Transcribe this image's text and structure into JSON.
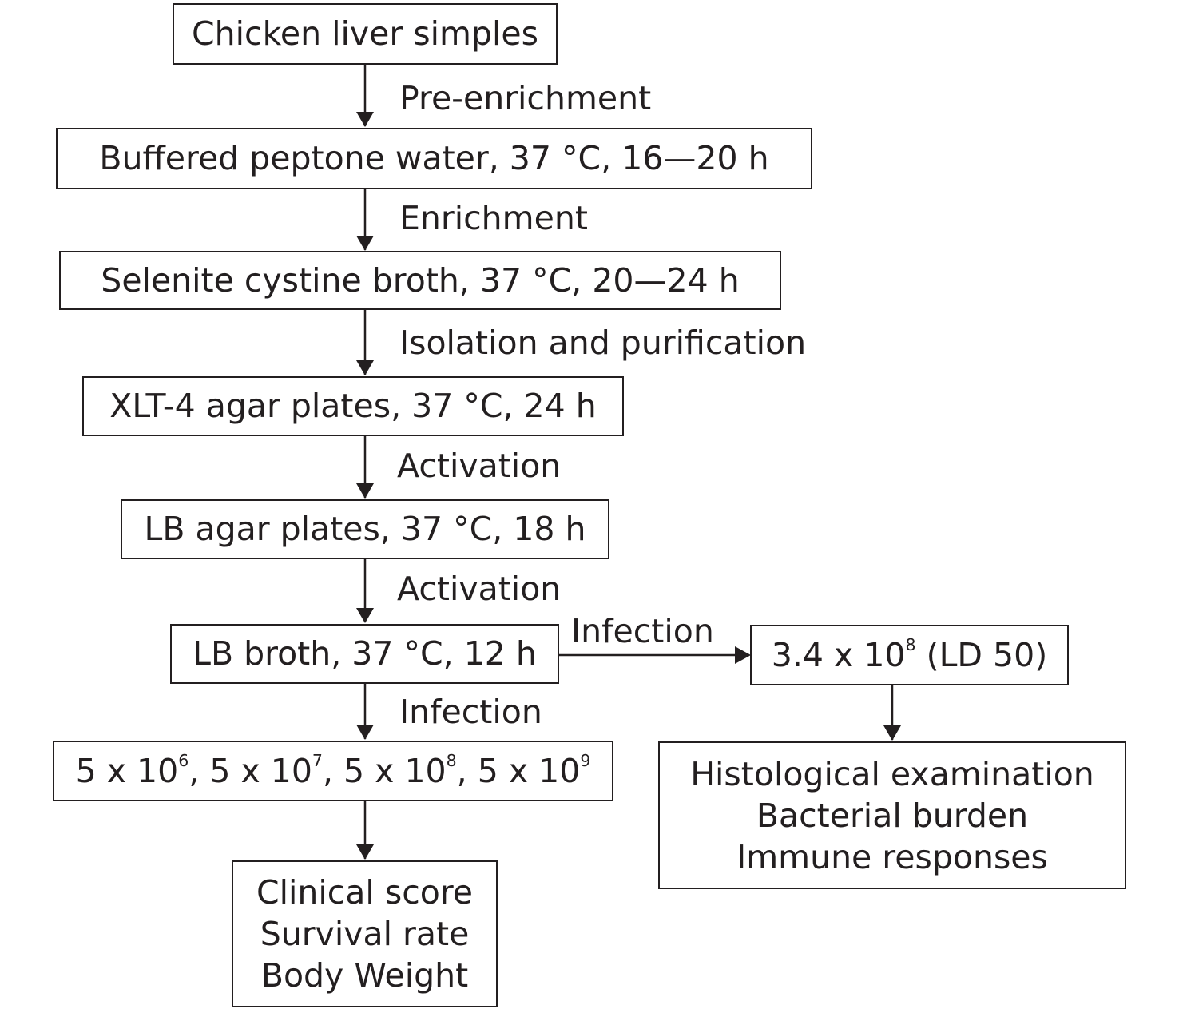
{
  "nodes": {
    "samples": "Chicken liver simples",
    "pre_enrichment_medium": "Buffered peptone water, 37 °C, 16—20 h",
    "enrichment_medium": "Selenite cystine broth, 37 °C, 20—24 h",
    "isolation_medium": "XLT-4 agar plates, 37 °C, 24 h",
    "activation_plates": "LB agar plates, 37 °C, 18 h",
    "activation_broth": "LB broth, 37 °C, 12 h",
    "doses": {
      "dose1_base": "5 x 10",
      "dose1_exp": "6",
      "dose2_base": ", 5 x 10",
      "dose2_exp": "7",
      "dose3_base": ", 5 x 10",
      "dose3_exp": "8",
      "dose4_base": ", 5 x 10",
      "dose4_exp": "9"
    },
    "ld50": {
      "base": "3.4 x 10",
      "exp": "8",
      "suffix": " (LD 50)"
    },
    "outcomes_left": [
      "Clinical score",
      "Survival rate",
      "Body Weight"
    ],
    "outcomes_right": [
      "Histological examination",
      "Bacterial burden",
      "Immune responses"
    ]
  },
  "edges": {
    "pre_enrichment": "Pre-enrichment",
    "enrichment": "Enrichment",
    "isolation": "Isolation and purification",
    "activation_1": "Activation",
    "activation_2": "Activation",
    "infection_right": "Infection",
    "infection_down": "Infection"
  }
}
